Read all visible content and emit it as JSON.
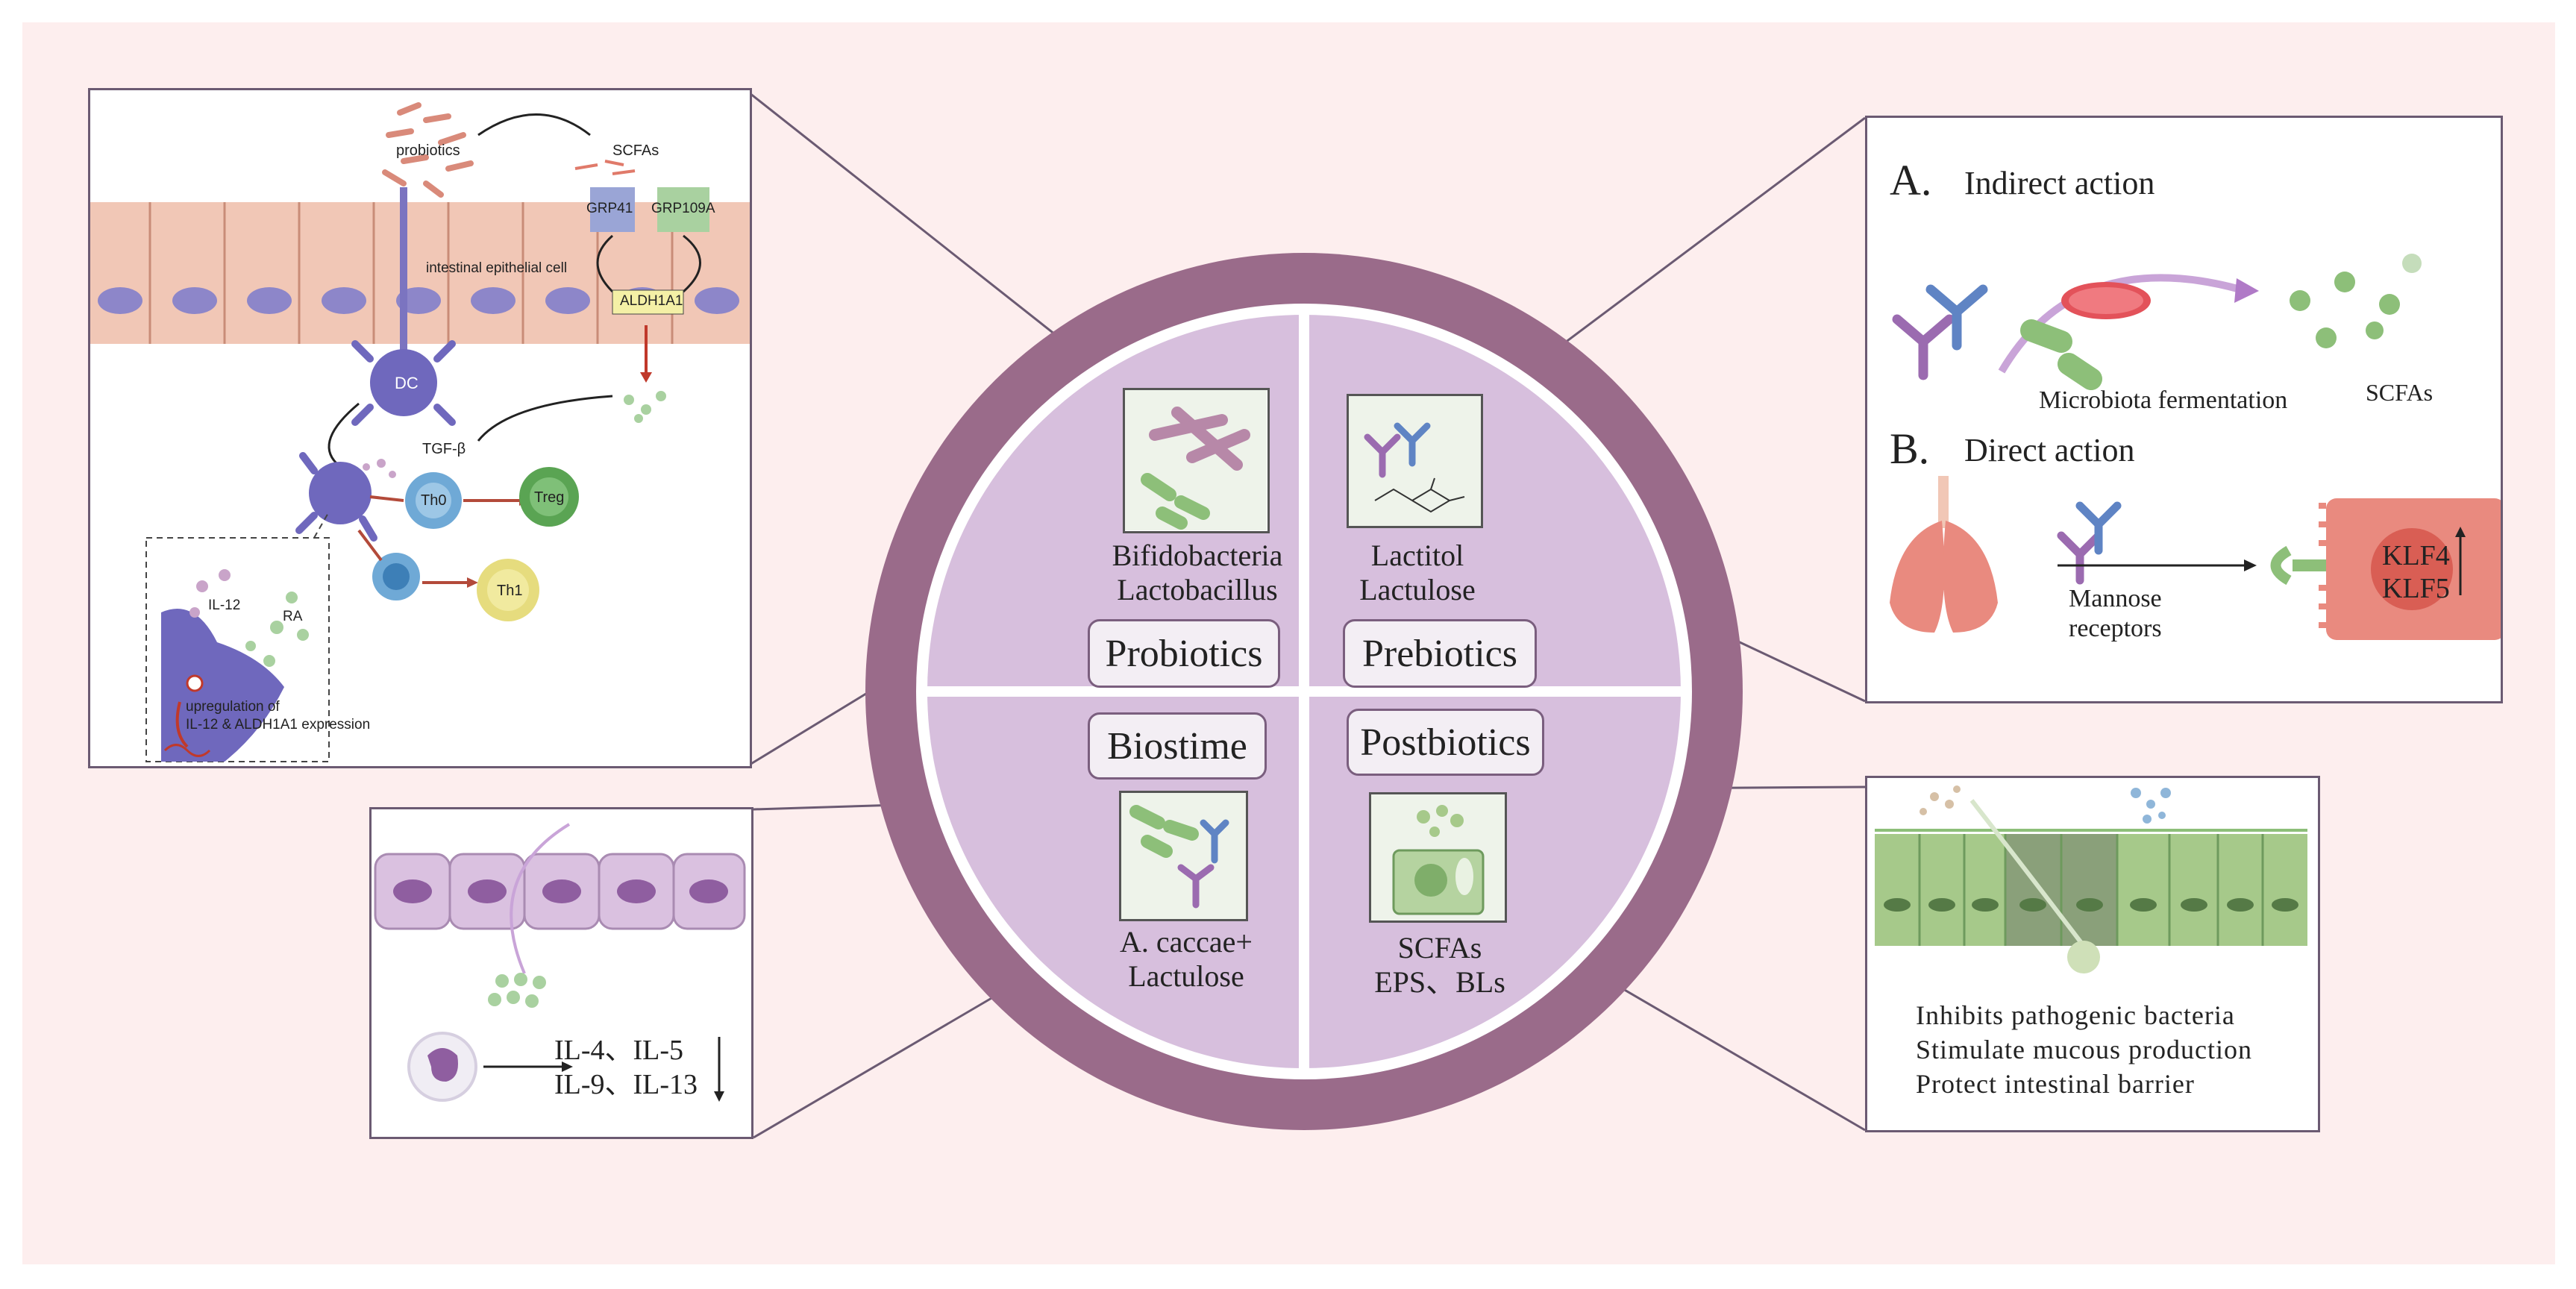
{
  "center": {
    "quadrants": {
      "probiotics": {
        "label": "Probiotics",
        "caption_line1": "Bifidobacteria",
        "caption_line2": "Lactobacillus"
      },
      "prebiotics": {
        "label": "Prebiotics",
        "caption_line1": "Lactitol",
        "caption_line2": "Lactulose"
      },
      "biostime": {
        "label": "Biostime",
        "caption_line1": "A. caccae+",
        "caption_line2": "Lactulose"
      },
      "postbiotics": {
        "label": "Postbiotics",
        "caption_line1": "SCFAs",
        "caption_line2": "EPS、BLs"
      }
    }
  },
  "probiotics_panel": {
    "probiotics": "probiotics",
    "scfas": "SCFAs",
    "grp41": "GRP41",
    "grp109a": "GRP109A",
    "epithelial": "intestinal epithelial cell",
    "aldh": "ALDH1A1",
    "dc": "DC",
    "tgf": "TGF-β",
    "th0": "Th0",
    "treg": "Treg",
    "th1": "Th1",
    "il12": "IL-12",
    "ra": "RA",
    "up_line1": "upregulation of",
    "up_line2": "IL-12 & ALDH1A1 expression"
  },
  "prebiotics_panel": {
    "a_letter": "A.",
    "a_title": "Indirect action",
    "fermentation": "Microbiota fermentation",
    "scfas": "SCFAs",
    "b_letter": "B.",
    "b_title": "Direct action",
    "mannose_line1": "Mannose",
    "mannose_line2": "receptors",
    "klf4": "KLF4",
    "klf5": "KLF5"
  },
  "biostime_panel": {
    "il_line1": "IL-4、IL-5",
    "il_line2": "IL-9、IL-13"
  },
  "postbiotics_panel": {
    "line1": "Inhibits pathogenic bacteria",
    "line2": "Stimulate mucous production",
    "line3": "Protect intestinal barrier"
  },
  "colors": {
    "ring": "#9a6b8a",
    "quadrant": "#d7bfdd",
    "panel_border": "#6b5a72",
    "epithelium": "#f1c7b6",
    "nucleus": "#8d86c9",
    "green_bacteria": "#8dbf79",
    "antibody_purple": "#9b6bb0",
    "antibody_blue": "#5f84c4",
    "treg": "#5aa453",
    "th1": "#e6dc7e",
    "cell_red": "#e98a7f",
    "villi_green": "#a6c98a"
  }
}
